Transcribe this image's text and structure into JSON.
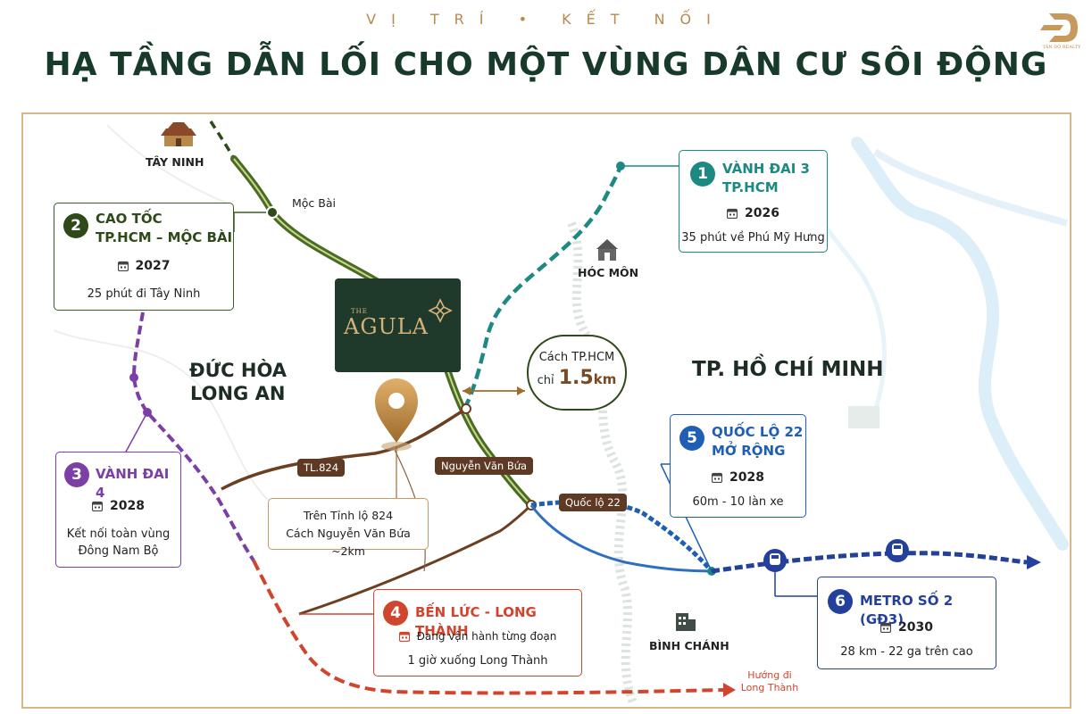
{
  "header": {
    "kicker": "VỊ TRÍ • KẾT NỐI",
    "headline": "HẠ TẦNG DẪN LỐI  CHO MỘT VÙNG DÂN CƯ SÔI ĐỘNG",
    "logo_caption": "TÂN DÒ REALTY"
  },
  "colors": {
    "accent_gold": "#b8894a",
    "headline_green": "#173a2a",
    "ring3_teal": "#1c8a82",
    "highway_green": "#3b5d1f",
    "ring4_purple": "#7b3fa6",
    "benluc_red": "#d0452e",
    "ql22_blue": "#1e5fb5",
    "metro_navy": "#23409b",
    "road_brown": "#6b3f22"
  },
  "places": {
    "tay_ninh": "TÂY NINH",
    "moc_bai": "Mộc Bài",
    "hoc_mon": "HÓC MÔN",
    "duc_hoa_line1": "ĐỨC HÒA",
    "duc_hoa_line2": "LONG AN",
    "hcm_city": "TP. HỒ CHÍ MINH",
    "binh_chanh": "BÌNH CHÁNH"
  },
  "brand": {
    "the": "THE",
    "name": "AGULA"
  },
  "distance": {
    "line1": "Cách TP.HCM",
    "prefix": "chỉ",
    "value": "1.5",
    "unit": "km"
  },
  "road_labels": {
    "tl824": "TL.824",
    "nguyen_van_bua": "Nguyễn Văn Bứa",
    "ql22": "Quốc lộ 22"
  },
  "location_note": {
    "line1": "Trên Tỉnh lộ 824",
    "line2": "Cách Nguyễn Văn Bứa ~2km"
  },
  "direction": {
    "line1": "Hướng đi",
    "line2": "Long Thành"
  },
  "projects": [
    {
      "num": "1",
      "title1": "VÀNH ĐAI 3",
      "title2": "TP.HCM",
      "year": "2026",
      "desc1": "35 phút về Phú Mỹ Hưng",
      "desc2": ""
    },
    {
      "num": "2",
      "title1": "CAO TỐC",
      "title2": "TP.HCM – MỘC BÀI",
      "year": "2027",
      "desc1": "25 phút đi Tây Ninh",
      "desc2": ""
    },
    {
      "num": "3",
      "title1": "VÀNH ĐAI 4",
      "title2": "",
      "year": "2028",
      "desc1": "Kết nối toàn vùng",
      "desc2": "Đông Nam Bộ"
    },
    {
      "num": "4",
      "title1": "BẾN LỨC - LONG THÀNH",
      "title2": "",
      "year": "Đang vận hành từng đoạn",
      "desc1": "1 giờ xuống Long Thành",
      "desc2": ""
    },
    {
      "num": "5",
      "title1": "QUỐC LỘ 22",
      "title2": "MỞ RỘNG",
      "year": "2028",
      "desc1": "60m - 10 làn xe",
      "desc2": ""
    },
    {
      "num": "6",
      "title1": "METRO SỐ 2 (GĐ3)",
      "title2": "",
      "year": "2030",
      "desc1": "28 km - 22 ga trên cao",
      "desc2": ""
    }
  ]
}
